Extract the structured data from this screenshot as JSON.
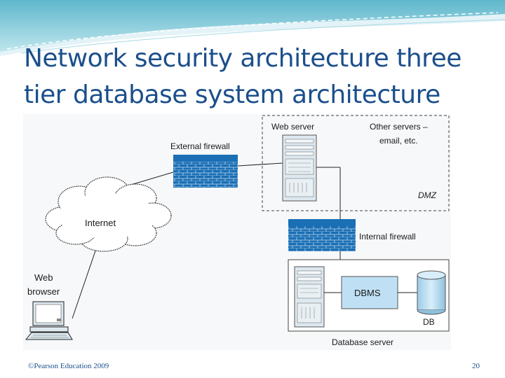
{
  "slide": {
    "title_line1": "Network security architecture three",
    "title_line2": "tier database system architecture",
    "footer_left": "©Pearson Education 2009",
    "page_number": "20"
  },
  "diagram": {
    "web_server_label": "Web server",
    "other_servers_line1": "Other servers –",
    "other_servers_line2": "email, etc.",
    "dmz_label": "DMZ",
    "external_firewall_label": "External firewall",
    "internal_firewall_label": "Internal firewall",
    "internet_label": "Internet",
    "web_browser_line1": "Web",
    "web_browser_line2": "browser",
    "dbms_label": "DBMS",
    "db_label": "DB",
    "database_server_label": "Database server"
  },
  "colors": {
    "title": "#1b4f8c",
    "header_teal": "#7fc8d8",
    "firewall_blue": "#1a6fb5",
    "firewall_grid": "#bcd6ee",
    "box_fill": "#bfe0f4",
    "server_fill": "#dde8ef"
  }
}
